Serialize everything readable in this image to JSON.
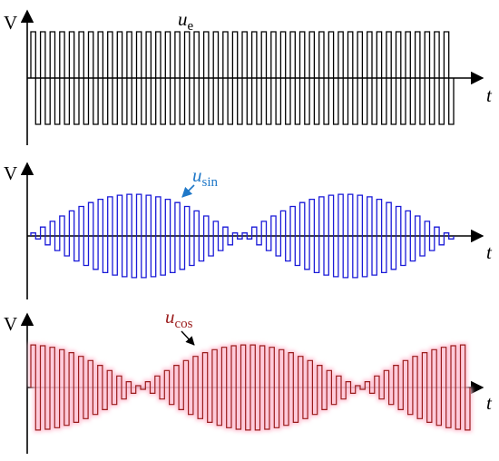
{
  "colors": {
    "ue": "#000000",
    "usin": "#1a1ad8",
    "ucos": "#9b1c1c",
    "ucos_glow": "#ffc2d4",
    "usin_label": "#1f78c8",
    "ucos_label": "#9b1c1c"
  },
  "panels": [
    {
      "id": "ue",
      "y_label": "V",
      "t_label": "t",
      "signal_label": {
        "main": "u",
        "sub": "e"
      },
      "envelope": "constant"
    },
    {
      "id": "usin",
      "y_label": "V",
      "t_label": "t",
      "signal_label": {
        "main": "u",
        "sub": "sin"
      },
      "envelope": "abs-sine"
    },
    {
      "id": "ucos",
      "y_label": "V",
      "t_label": "t",
      "signal_label": {
        "main": "u",
        "sub": "cos"
      },
      "envelope": "abs-cosine"
    }
  ]
}
